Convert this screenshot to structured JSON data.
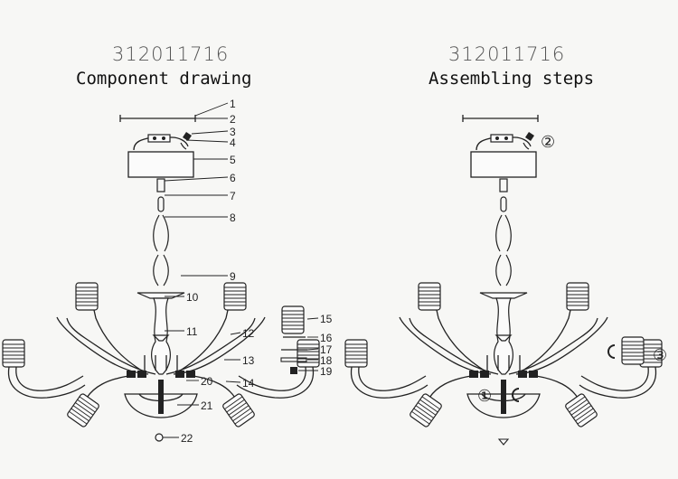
{
  "left": {
    "code": "312011716",
    "title": "Component drawing",
    "callouts": [
      "1",
      "2",
      "3",
      "4",
      "5",
      "6",
      "7",
      "8",
      "9",
      "10",
      "11",
      "12",
      "13",
      "14",
      "15",
      "16",
      "17",
      "18",
      "19",
      "20",
      "21",
      "22"
    ]
  },
  "right": {
    "code": "312011716",
    "title": "Assembling steps",
    "steps": [
      "②",
      "①",
      "③"
    ]
  }
}
